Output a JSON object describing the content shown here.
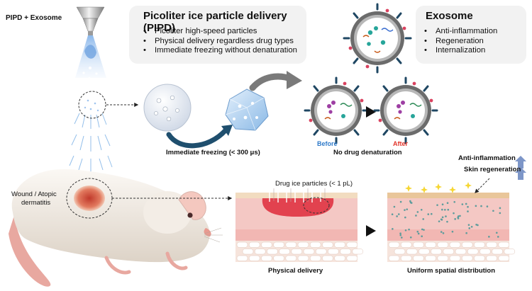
{
  "top_left_label": "PIPD + Exosome",
  "pipd_box": {
    "title": "Picoliter ice particle delivery (PIPD)",
    "bullets": [
      "Picoliter high-speed particles",
      "Physical delivery regardless drug types",
      "Immediate freezing without denaturation"
    ]
  },
  "exosome_box": {
    "title": "Exosome",
    "bullets": [
      "Anti-inflammation",
      "Regeneration",
      "Internalization"
    ]
  },
  "freezing_label": "Immediate freezing (< 300 μs)",
  "before_label": "Before",
  "after_label": "After",
  "denaturation_label": "No drug denaturation",
  "wound_label_1": "Wound / Atopic",
  "wound_label_2": "dermatitis",
  "drug_particles_label": "Drug ice particles (< 1 pL)",
  "physical_delivery_label": "Physical delivery",
  "uniform_label": "Uniform spatial distribution",
  "anti_inflammation_label": "Anti-inflammation",
  "skin_regeneration_label": "Skin regeneration",
  "colors": {
    "before": "#2f7ac9",
    "after": "#e2362c",
    "up_arrow": "#7d96c8"
  }
}
